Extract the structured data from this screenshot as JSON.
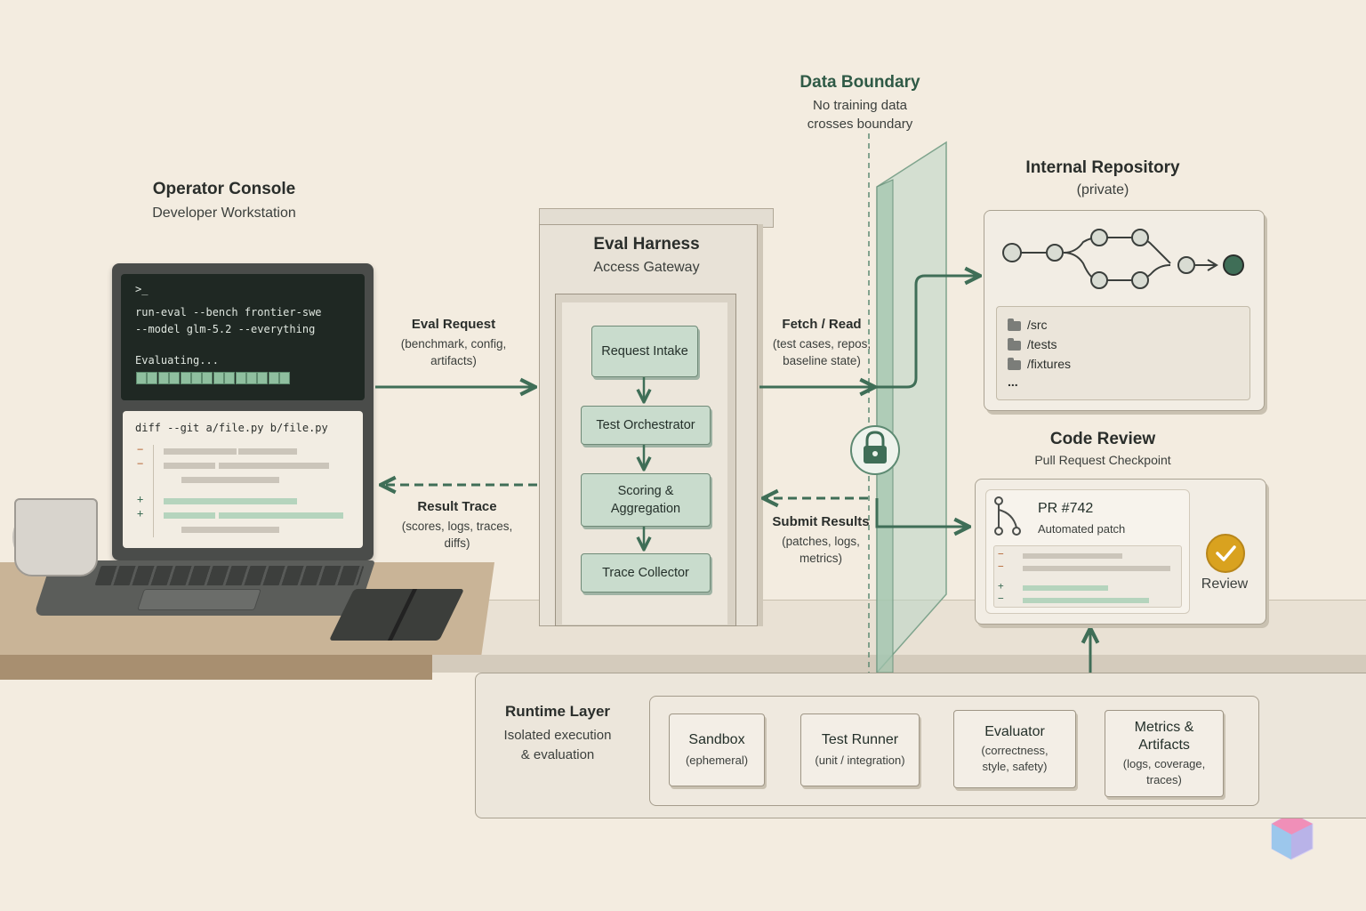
{
  "operator": {
    "title": "Operator Console",
    "subtitle": "Developer Workstation"
  },
  "terminal": {
    "prompt": ">_",
    "line1": "run-eval --bench frontier-swe",
    "line2": "--model glm-5.2 --everything",
    "status": "Evaluating...",
    "progress": 1.0
  },
  "diff": {
    "header": "diff --git a/file.py b/file.py",
    "minus": "−",
    "plus": "+"
  },
  "eval_request": {
    "title": "Eval Request",
    "line1": "(benchmark, config,",
    "line2": "artifacts)"
  },
  "result_trace": {
    "title": "Result Trace",
    "line1": "(scores, logs, traces,",
    "line2": "diffs)"
  },
  "harness": {
    "title": "Eval Harness",
    "subtitle": "Access Gateway",
    "nodes": [
      "Request Intake",
      "Test Orchestrator",
      "Scoring & Aggregation",
      "Trace Collector"
    ]
  },
  "boundary": {
    "title": "Data Boundary",
    "line1": "No training data",
    "line2": "crosses boundary"
  },
  "fetch": {
    "title": "Fetch / Read",
    "line1": "(test cases, repos,",
    "line2": "baseline state)"
  },
  "submit": {
    "title": "Submit Results",
    "line1": "(patches, logs,",
    "line2": "metrics)"
  },
  "repo": {
    "title": "Internal Repository",
    "subtitle": "(private)",
    "files": [
      "/src",
      "/tests",
      "/fixtures"
    ],
    "more": "..."
  },
  "review": {
    "title": "Code Review",
    "subtitle": "Pull Request Checkpoint",
    "pr": "PR #742",
    "pr_desc": "Automated patch",
    "action": "Review"
  },
  "runtime": {
    "title": "Runtime Layer",
    "line1": "Isolated execution",
    "line2": "& evaluation",
    "steps": [
      {
        "title": "Sandbox",
        "detail": "(ephemeral)"
      },
      {
        "title": "Test Runner",
        "detail": "(unit / integration)"
      },
      {
        "title": "Evaluator",
        "detail": "(correctness, style, safety)"
      },
      {
        "title": "Metrics & Artifacts",
        "detail": "(logs, coverage, traces)"
      }
    ]
  },
  "colors": {
    "accent": "#3f6e57",
    "node_fill": "#c9dccd",
    "background": "#f3ece0",
    "check": "#d9a21f"
  }
}
